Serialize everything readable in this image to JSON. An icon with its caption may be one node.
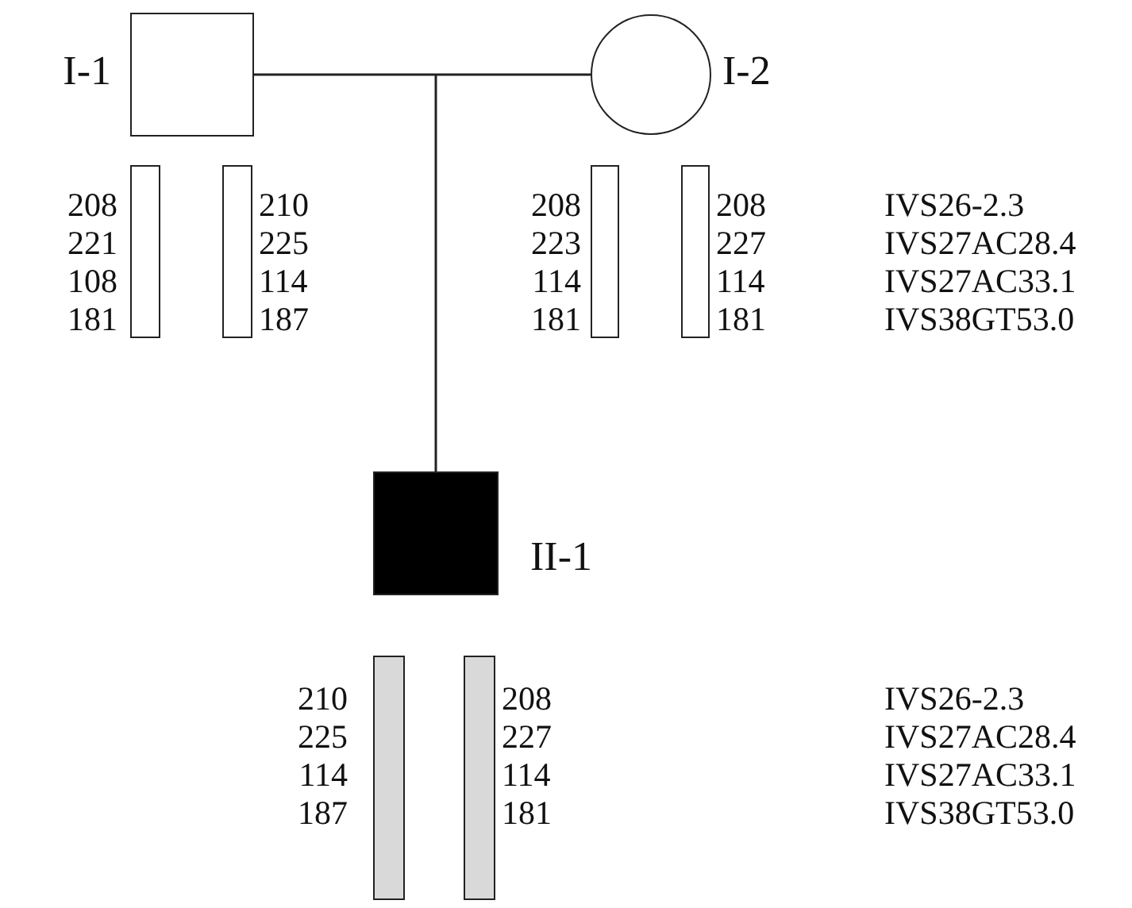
{
  "diagram": {
    "nodes": [
      {
        "text": [],
        "shape": "box",
        "beside": [
          "I-1"
        ]
      },
      {
        "text": [],
        "shape": "circle",
        "beside": [
          "I-2"
        ]
      },
      {
        "text": [],
        "shape": "box",
        "beside": [
          "II-1"
        ]
      },
      {
        "text": [],
        "shape": "bar",
        "beside": [
          "208",
          "221",
          "108",
          "181"
        ]
      },
      {
        "text": [],
        "shape": "bar",
        "beside": [
          "210",
          "225",
          "114",
          "187"
        ]
      },
      {
        "text": [],
        "shape": "bar",
        "beside": [
          "208",
          "223",
          "114",
          "181"
        ]
      },
      {
        "text": [],
        "shape": "bar",
        "beside": [
          "208",
          "227",
          "114",
          "181"
        ]
      },
      {
        "text": [],
        "shape": "bar",
        "beside": [
          "210",
          "225",
          "114",
          "187"
        ]
      },
      {
        "text": [],
        "shape": "bar",
        "beside": [
          "208",
          "227",
          "114",
          "181"
        ]
      }
    ],
    "edges": [
      {
        "from": 0,
        "to": 1,
        "arrow": "none"
      },
      {
        "from": null,
        "to": 2,
        "arrow": "none"
      }
    ],
    "labels": [
      "IVS26-2.3",
      "IVS27AC28.4",
      "IVS27AC33.1",
      "IVS38GT53.0",
      "IVS26-2.3",
      "IVS27AC28.4",
      "IVS27AC33.1",
      "IVS38GT53.0"
    ]
  }
}
